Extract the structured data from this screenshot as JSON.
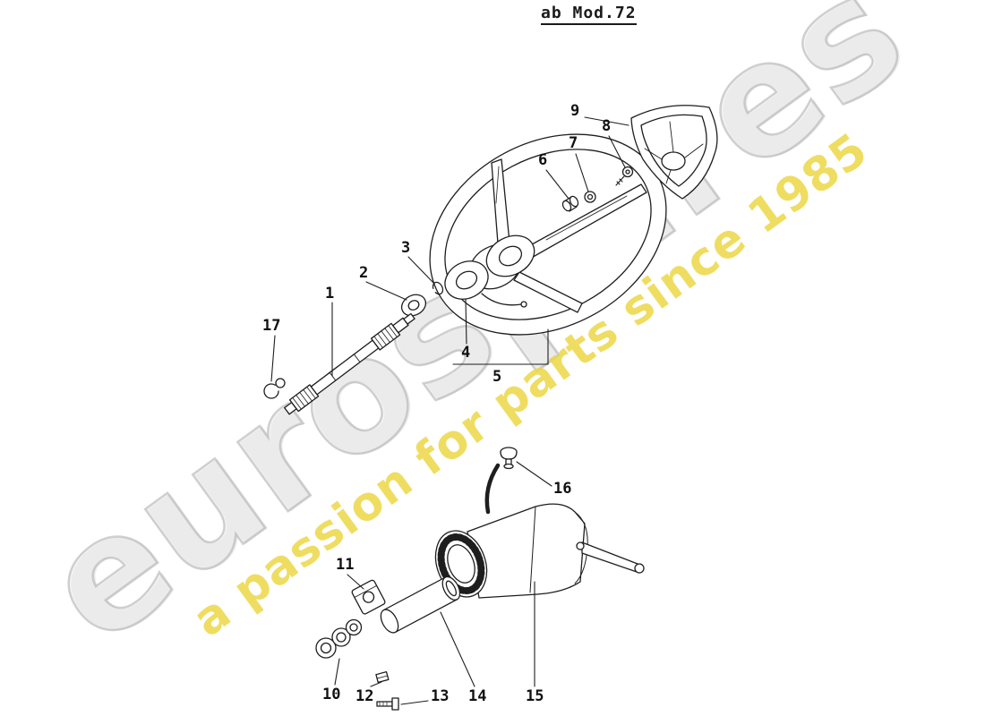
{
  "title": "ab Mod.72",
  "watermark": {
    "brand": "eurospares",
    "tagline": "a passion for parts since 1985",
    "brand_color": "#c9c9c9",
    "tagline_color": "#ecd746"
  },
  "diagram": {
    "description": "Exploded technical parts drawing of a steering wheel, steering shaft and steering column assembly",
    "part_labels": [
      {
        "n": "1"
      },
      {
        "n": "2"
      },
      {
        "n": "3"
      },
      {
        "n": "4"
      },
      {
        "n": "5"
      },
      {
        "n": "6"
      },
      {
        "n": "7"
      },
      {
        "n": "8"
      },
      {
        "n": "9"
      },
      {
        "n": "10"
      },
      {
        "n": "11"
      },
      {
        "n": "12"
      },
      {
        "n": "13"
      },
      {
        "n": "14"
      },
      {
        "n": "15"
      },
      {
        "n": "16"
      },
      {
        "n": "17"
      }
    ]
  }
}
